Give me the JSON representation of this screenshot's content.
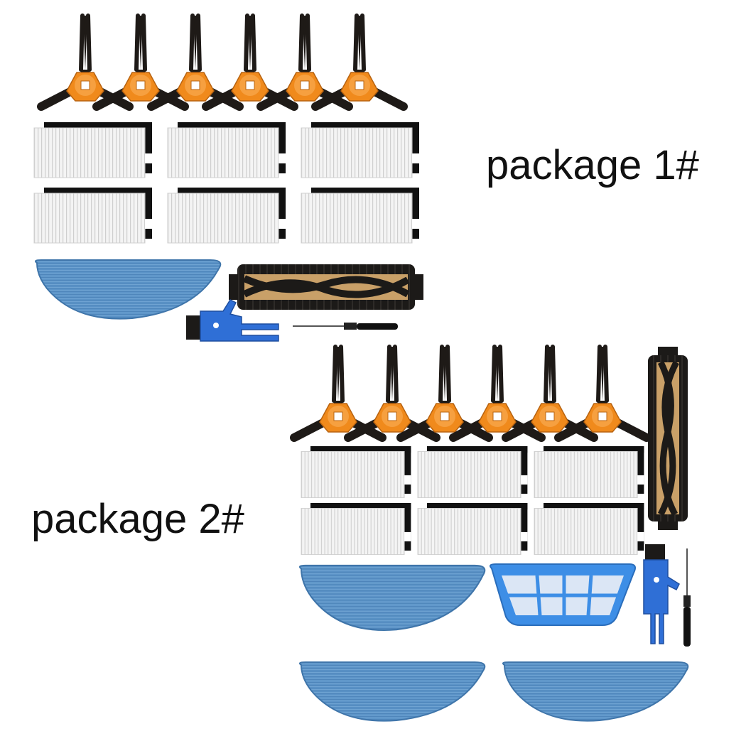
{
  "packages": [
    {
      "label": "package 1#",
      "side_brush_count": 6,
      "filter_count": 6,
      "mop_pad_count": 1,
      "main_brush_count": 1
    },
    {
      "label": "package 2#",
      "side_brush_count": 6,
      "filter_count": 6,
      "mop_pad_count": 3,
      "main_brush_count": 1,
      "primary_filter_count": 1
    }
  ],
  "colors": {
    "brush_hub": "#f08a1c",
    "brush_bristle": "#1e1a17",
    "filter_frame": "#111111",
    "filter_pleat": "#f2f2f2",
    "mop": "#5b93c7",
    "tool_blue": "#2f6fd6",
    "roller_core": "#c9a068"
  }
}
